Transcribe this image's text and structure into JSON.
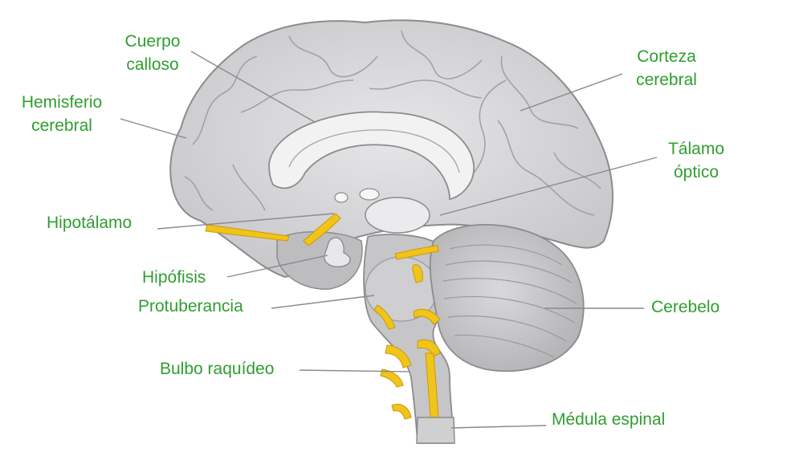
{
  "labels": {
    "cuerpo_calloso": [
      "Cuerpo",
      "calloso"
    ],
    "hemisferio_cerebral": [
      "Hemisferio",
      "cerebral"
    ],
    "corteza_cerebral": [
      "Corteza",
      "cerebral"
    ],
    "talamo_optico": [
      "Tálamo",
      "óptico"
    ],
    "hipotalamo": "Hipotálamo",
    "hipofisis": "Hipófisis",
    "protuberancia": "Protuberancia",
    "cerebelo": "Cerebelo",
    "bulbo_raquideo": "Bulbo raquídeo",
    "medula_espinal": "Médula espinal"
  },
  "colors": {
    "label_text": "#2f9e2f",
    "leader_line": "#8a8a8a",
    "brain_gray": "#d7d7d9",
    "brain_outline": "#8c8c8e",
    "nerve_yellow": "#f0c419"
  }
}
